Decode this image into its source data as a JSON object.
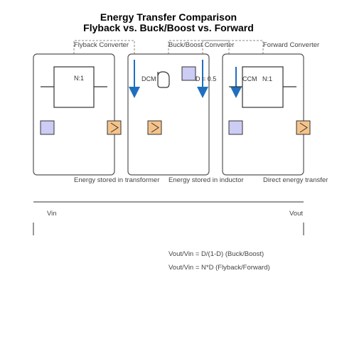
{
  "title": {
    "line1": "Energy Transfer Comparison",
    "line2": "Flyback vs. Buck/Boost vs. Forward"
  },
  "panels": [
    {
      "name": "Flyback Converter",
      "caption": "Energy stored in transformer",
      "ratio_label": "N:1",
      "mode": ""
    },
    {
      "name": "Buck/Boost Converter",
      "caption": "Energy stored in inductor",
      "ratio_label": "D = 0.5",
      "mode": "DCM"
    },
    {
      "name": "Forward Converter",
      "caption": "Direct energy transfer",
      "ratio_label": "N:1",
      "mode": "CCM"
    }
  ],
  "axis": {
    "left_label": "Vin",
    "right_label": "Vout"
  },
  "equations": {
    "buck_boost": "Vout/Vin = D/(1-D) (Buck/Boost)",
    "flyback_forward": "Vout/Vin = N*D (Flyback/Forward)"
  },
  "colors": {
    "arrow": "#1f6fbf",
    "switch_fill": "#ccccf5",
    "diode_fill": "#f5c38a",
    "panel_stroke": "#555555",
    "dashed": "#888888"
  }
}
